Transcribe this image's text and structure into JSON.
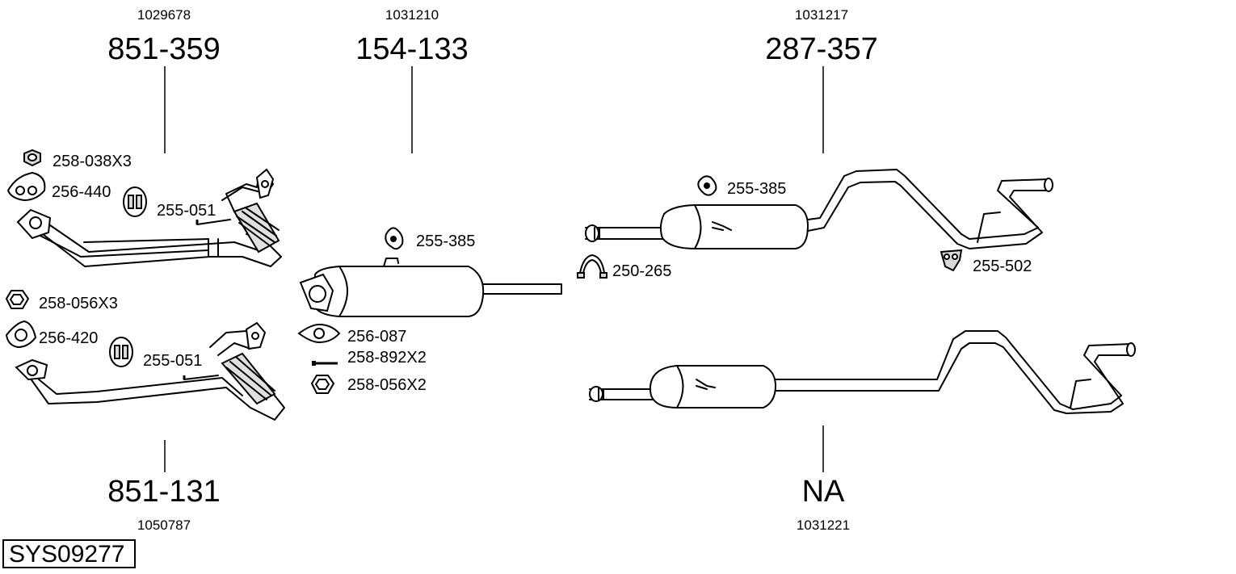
{
  "footer_code": "SYS09277",
  "groups": {
    "g1": {
      "code": "1029678",
      "part": "851-359"
    },
    "g2": {
      "code": "1031210",
      "part": "154-133"
    },
    "g3": {
      "code": "1031217",
      "part": "287-357"
    },
    "g4": {
      "code": "1050787",
      "part": "851-131"
    },
    "g5": {
      "code": "1031221",
      "part": "NA"
    }
  },
  "accessories": {
    "a1": "258-038X3",
    "a2": "256-440",
    "a3": "255-051",
    "a4": "258-056X3",
    "a5": "256-420",
    "a6": "255-051",
    "a7": "255-385",
    "a8": "256-087",
    "a9": "258-892X2",
    "a10": "258-056X2",
    "a11": "255-385",
    "a12": "250-265",
    "a13": "255-502"
  }
}
